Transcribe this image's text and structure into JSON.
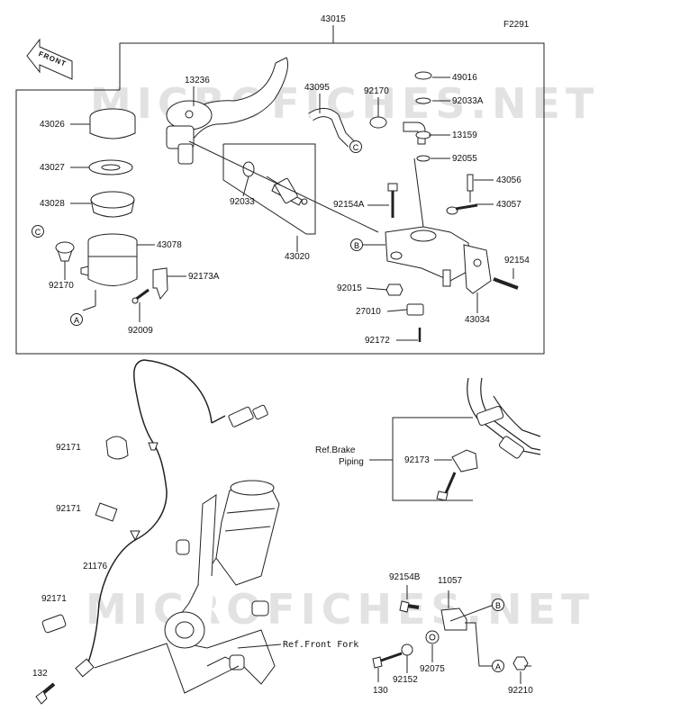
{
  "figure_code": "F2291",
  "direction_label": "FRONT",
  "watermark": "MICROFICHES.NET",
  "assembly_number": "43015",
  "parts": {
    "p13236": "13236",
    "p43095": "43095",
    "p92170a": "92170",
    "p49016": "49016",
    "p92033A": "92033A",
    "p13159": "13159",
    "p92055": "92055",
    "p43056": "43056",
    "p43057": "43057",
    "p43026": "43026",
    "p43027": "43027",
    "p43028": "43028",
    "p92033": "92033",
    "p92154A": "92154A",
    "p43078": "43078",
    "p92170b": "92170",
    "p92173A": "92173A",
    "p43020": "43020",
    "p92154": "92154",
    "p92015": "92015",
    "p43034": "43034",
    "p92009": "92009",
    "p27010": "27010",
    "p92172": "92172",
    "p92171a": "92171",
    "p92173": "92173",
    "p92171b": "92171",
    "p21176": "21176",
    "p92171c": "92171",
    "p92154B": "92154B",
    "p11057": "11057",
    "p92075": "92075",
    "p132": "132",
    "p130": "130",
    "p92152": "92152",
    "p92210": "92210"
  },
  "references": {
    "brake_piping_line1": "Ref.Brake",
    "brake_piping_line2": "Piping",
    "front_fork": "Ref.Front Fork"
  },
  "callouts": {
    "A": "A",
    "B": "B",
    "C": "C"
  }
}
